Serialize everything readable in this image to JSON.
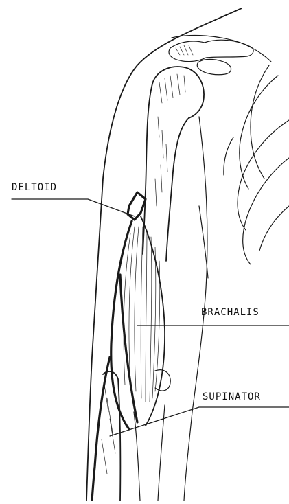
{
  "labels": {
    "deltoid": "DELTOID",
    "brachalis": "BRACHALIS",
    "supinator": "SUPINATOR"
  },
  "colors": {
    "ink": "#1a1a1a",
    "background": "#ffffff"
  }
}
